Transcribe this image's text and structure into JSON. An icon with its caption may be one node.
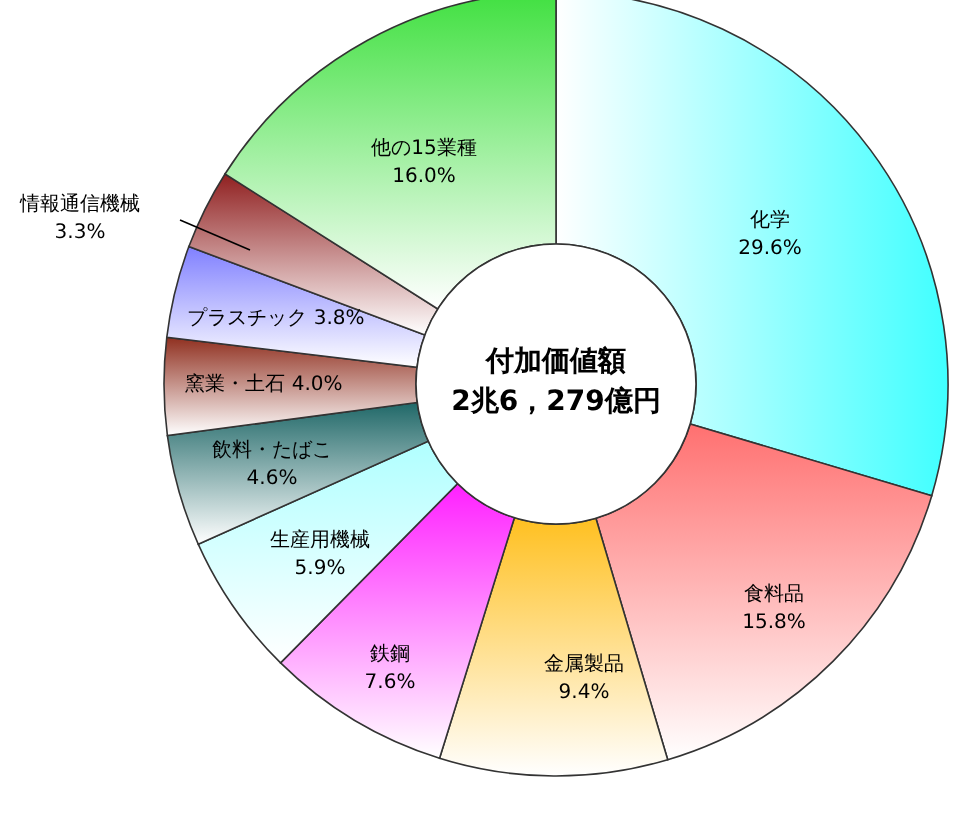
{
  "diagram": {
    "labels": [
      "付加価値額",
      "2兆6，279億円"
    ],
    "chart_data": {
      "type": "donut",
      "categories": [
        "化学",
        "食料品",
        "金属製品",
        "鉄鋼",
        "生産用機械",
        "飲料・たばこ",
        "窯業・土石",
        "プラスチック",
        "情報通信機械",
        "他の15業種"
      ],
      "values": [
        29.6,
        15.8,
        9.4,
        7.6,
        5.9,
        4.6,
        4.0,
        3.8,
        3.3,
        16.0
      ],
      "value_labels": [
        "29.6%",
        "15.8%",
        "9.4%",
        "7.6%",
        "5.9%",
        "4.6%",
        "4.0%",
        "3.8%",
        "3.3%",
        "16.0%"
      ]
    }
  }
}
